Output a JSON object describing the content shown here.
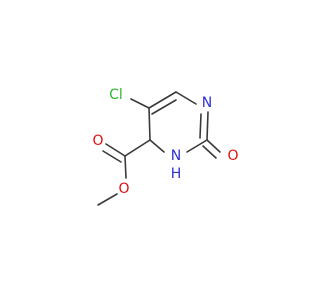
{
  "molecule": {
    "colors": {
      "bond": "#3a3a3a",
      "chlorine": "#2db82d",
      "nitrogen": "#2f2fd6",
      "oxygen": "#e01010",
      "background": "#ffffff"
    },
    "labels": {
      "cl": "Cl",
      "n_ring": "N",
      "n_h": "N",
      "h": "H",
      "o_keto": "O",
      "o_carbonyl": "O",
      "o_ester": "O"
    }
  }
}
